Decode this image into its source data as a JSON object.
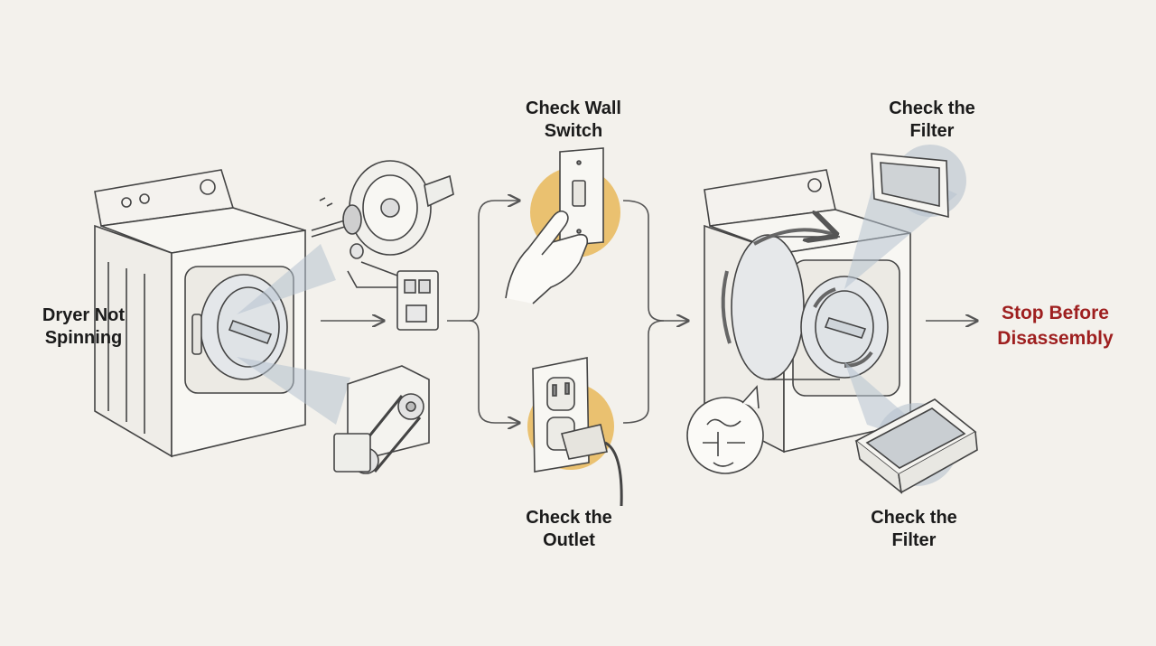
{
  "labels": {
    "start": {
      "line1": "Dryer Not",
      "line2": "Spinning"
    },
    "wall_switch": {
      "line1": "Check Wall",
      "line2": "Switch"
    },
    "outlet": {
      "line1": "Check the",
      "line2": "Outlet"
    },
    "filter_top": {
      "line1": "Check the",
      "line2": "Filter"
    },
    "filter_bottom": {
      "line1": "Check the",
      "line2": "Filter"
    },
    "end": {
      "line1": "Stop Before",
      "line2": "Disassembly"
    }
  },
  "colors": {
    "background": "#f3f1ec",
    "line": "#555555",
    "highlight": "#e8b85a",
    "callout": "#b7c3cf",
    "warning": "#9e1f1f"
  }
}
